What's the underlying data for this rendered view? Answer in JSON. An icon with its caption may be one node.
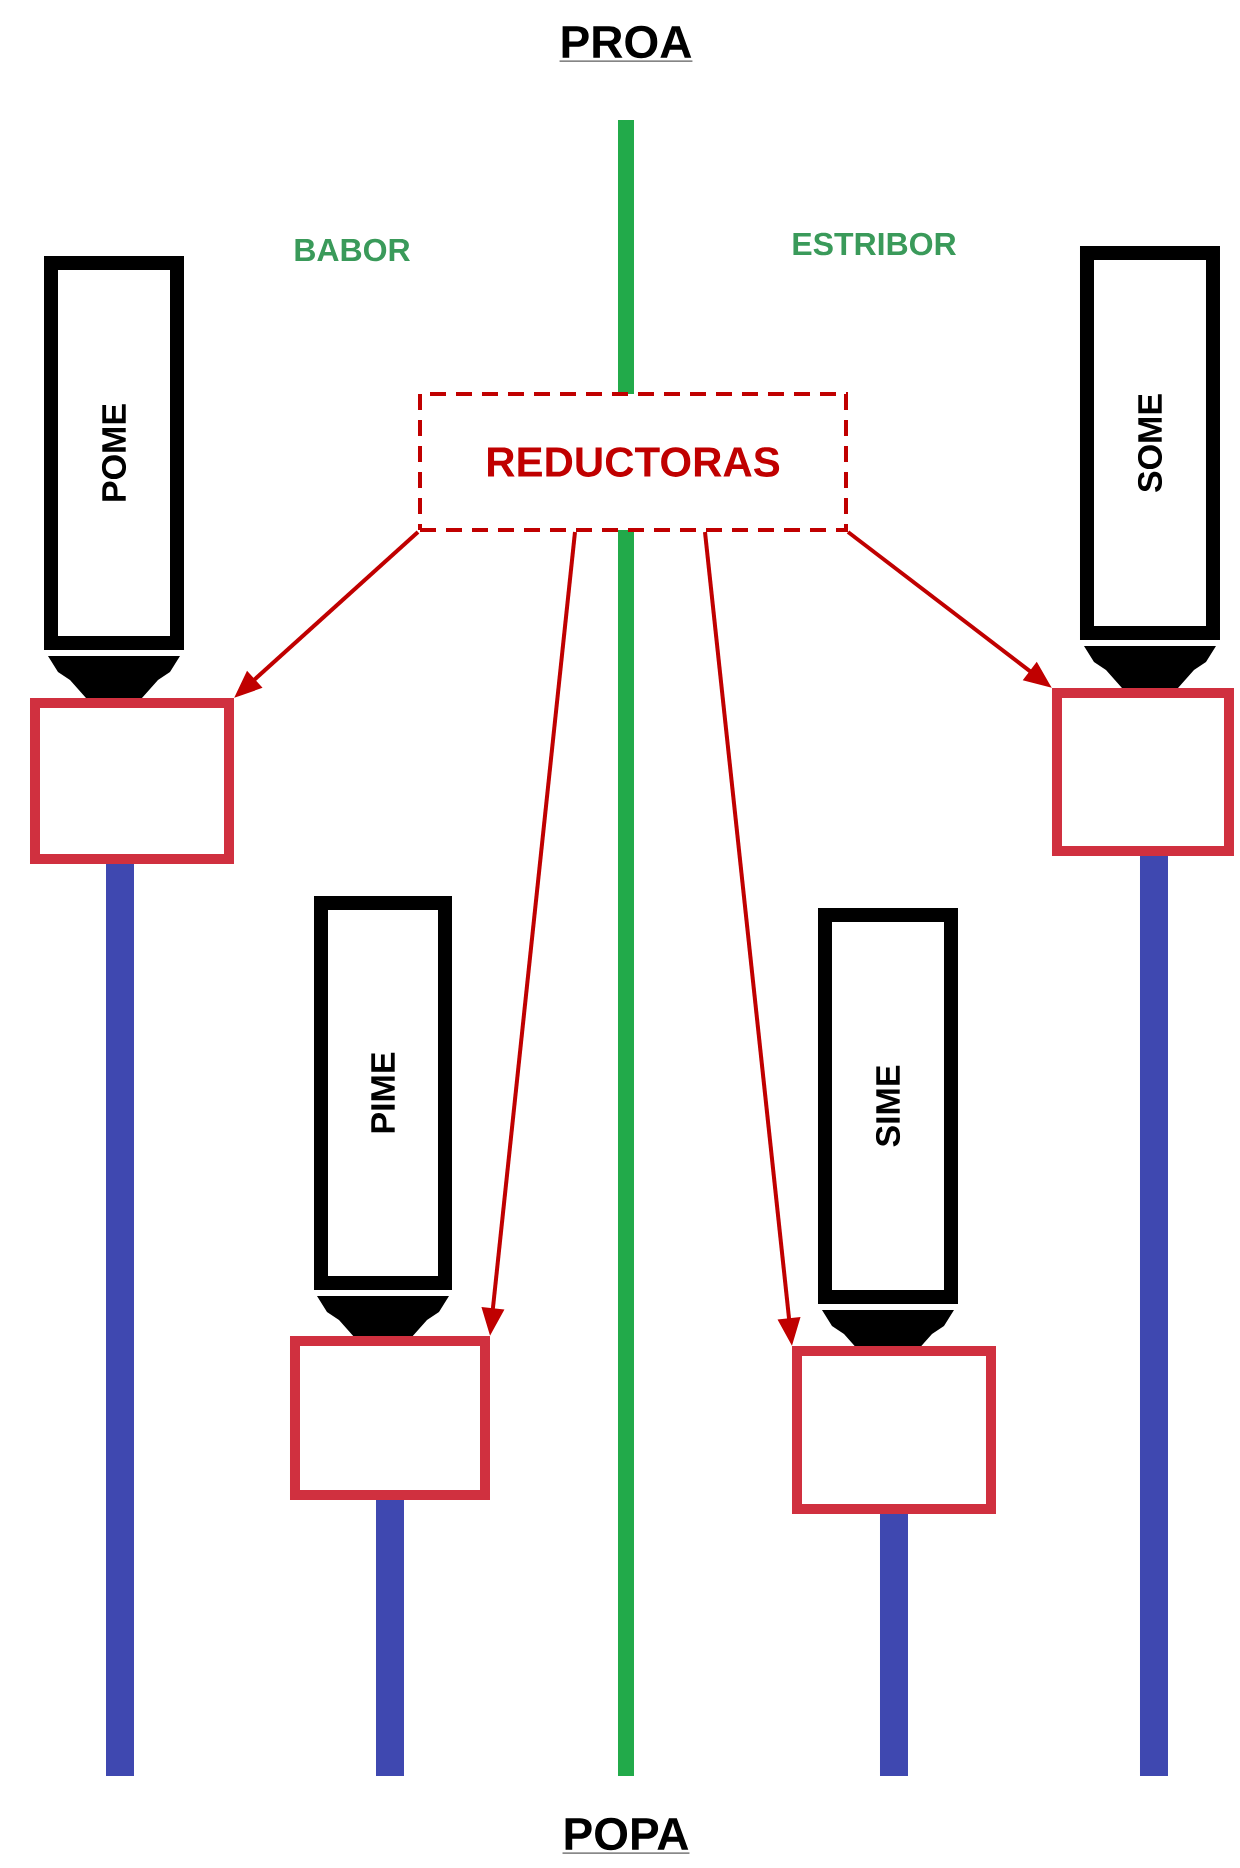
{
  "diagram": {
    "nodes": [
      {
        "text": [
          "REDUCTORAS"
        ]
      },
      {
        "text": [
          "POME"
        ]
      },
      {
        "text": [
          "SOME"
        ]
      },
      {
        "text": [
          "PIME"
        ]
      },
      {
        "text": [
          "SIME"
        ]
      },
      {
        "text": [],
        "shape": "box"
      },
      {
        "text": [],
        "shape": "box"
      },
      {
        "text": [],
        "shape": "box"
      },
      {
        "text": [],
        "shape": "box"
      }
    ],
    "edges": [
      {
        "from": 0,
        "to": 5,
        "arrow": "to"
      },
      {
        "from": 0,
        "to": 6,
        "arrow": "to"
      },
      {
        "from": 0,
        "to": 7,
        "arrow": "to"
      },
      {
        "from": 0,
        "to": 8,
        "arrow": "to"
      }
    ],
    "labels": [
      "PROA",
      "BABOR",
      "ESTRIBOR",
      "POPA"
    ]
  }
}
